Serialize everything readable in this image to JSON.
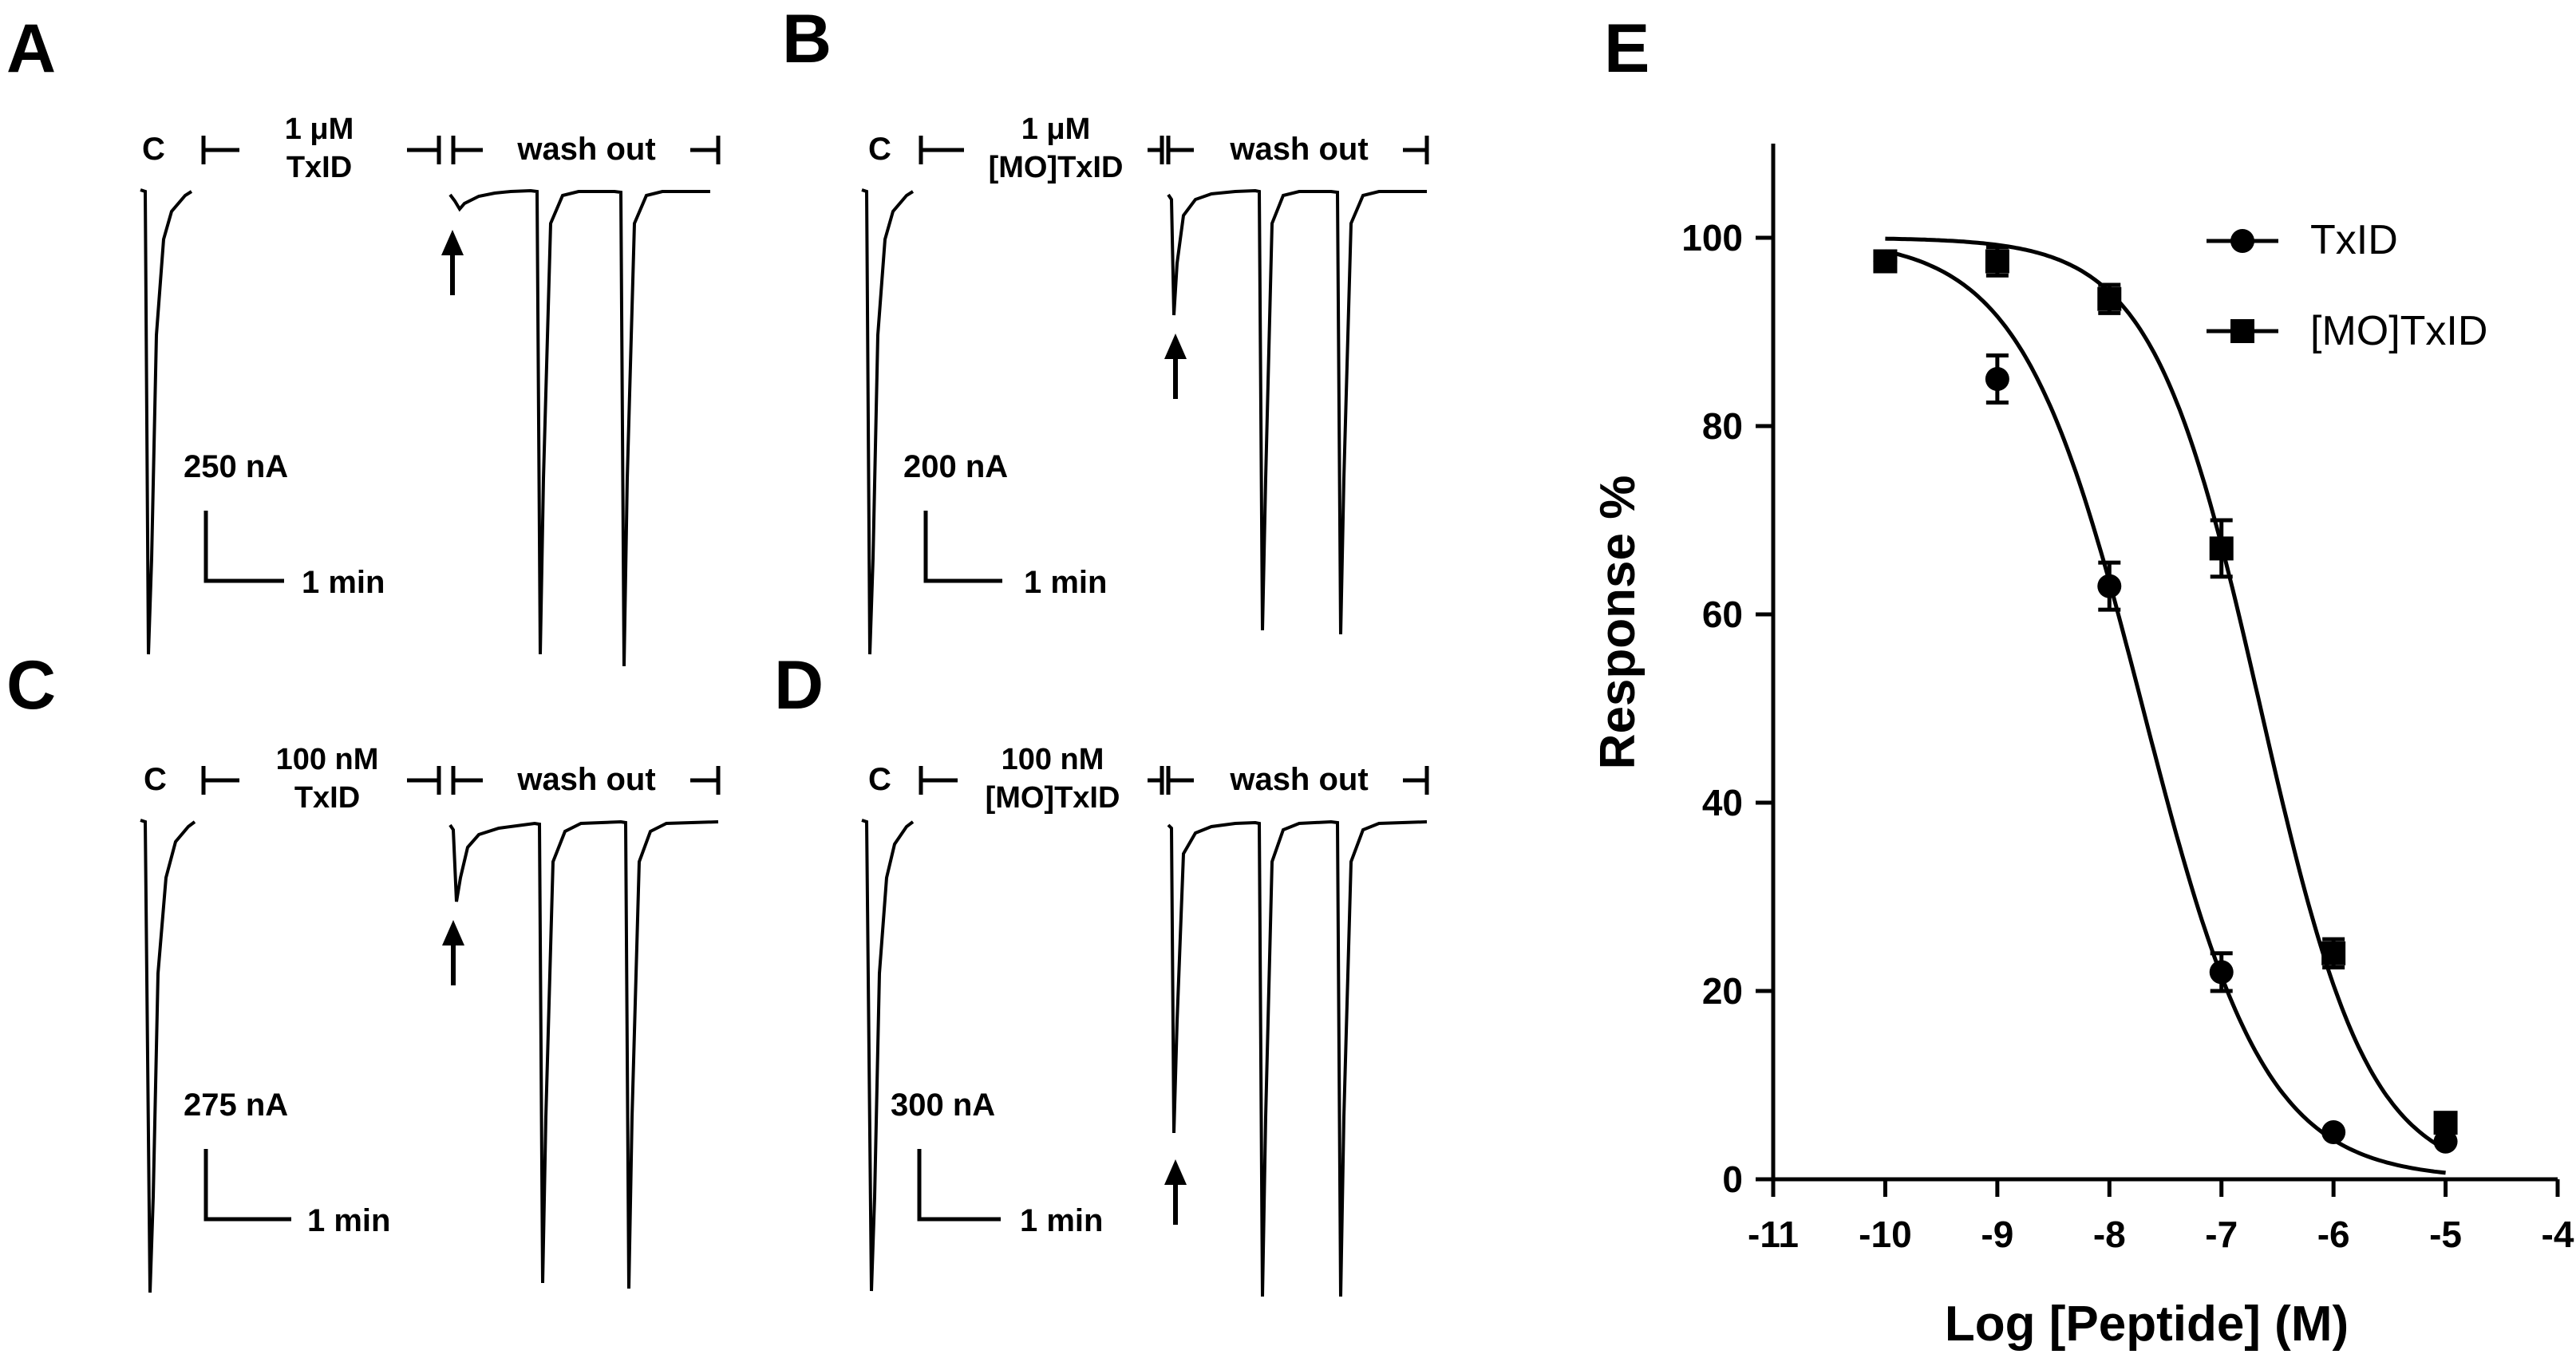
{
  "panels": [
    {
      "letter": "A",
      "control_label": "C",
      "condition_line1": "1 μM",
      "condition_line2": "TxID",
      "washout_label": "wash out",
      "scale_current": "250 nA",
      "scale_time": "1 min"
    },
    {
      "letter": "B",
      "control_label": "C",
      "condition_line1": "1 μM",
      "condition_line2": "[MO]TxID",
      "washout_label": "wash out",
      "scale_current": "200 nA",
      "scale_time": "1 min"
    },
    {
      "letter": "C",
      "control_label": "C",
      "condition_line1": "100 nM",
      "condition_line2": "TxID",
      "washout_label": "wash out",
      "scale_current": "275 nA",
      "scale_time": "1 min"
    },
    {
      "letter": "D",
      "control_label": "C",
      "condition_line1": "100 nM",
      "condition_line2": "[MO]TxID",
      "washout_label": "wash out",
      "scale_current": "300 nA",
      "scale_time": "1 min"
    }
  ],
  "panel_e_letter": "E",
  "chart_data": {
    "type": "scatter",
    "xlabel": "Log [Peptide] (M)",
    "ylabel": "Response %",
    "xlim": [
      -11,
      -4
    ],
    "ylim": [
      0,
      110
    ],
    "xticks": [
      -11,
      -10,
      -9,
      -8,
      -7,
      -6,
      -5,
      -4
    ],
    "yticks": [
      0,
      20,
      40,
      60,
      80,
      100
    ],
    "legend_position": "top-right",
    "grid": false,
    "series": [
      {
        "name": "TxID",
        "marker": "circle",
        "x": [
          -10,
          -9,
          -8,
          -7,
          -6,
          -5
        ],
        "y": [
          97.5,
          85,
          63,
          22,
          5,
          4
        ],
        "err": [
          1,
          2.5,
          2.5,
          2,
          0.5,
          0.5
        ],
        "fit_log_ic50": -7.7,
        "fit_hill": 0.8
      },
      {
        "name": "[MO]TxID",
        "marker": "square",
        "x": [
          -10,
          -9,
          -8,
          -7,
          -6,
          -5
        ],
        "y": [
          97.5,
          97.5,
          93.5,
          67,
          24,
          6
        ],
        "err": [
          1,
          1.5,
          1.5,
          3,
          1.5,
          1
        ],
        "fit_log_ic50": -6.65,
        "fit_hill": 0.9
      }
    ]
  }
}
